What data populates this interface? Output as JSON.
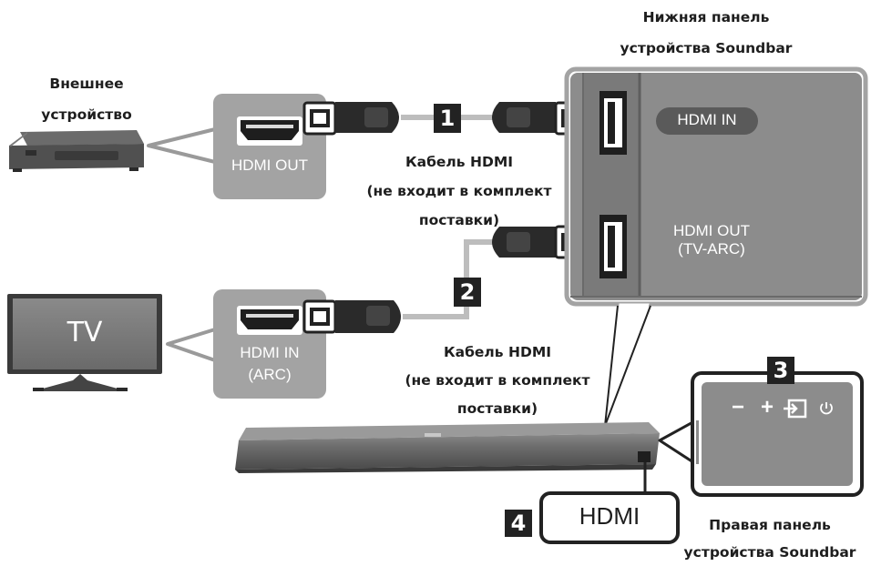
{
  "external_device": {
    "line1": "Внешнее",
    "line2": "устройство"
  },
  "soundbar_bottom": {
    "line1": "Нижняя панель",
    "line2": "устройства Soundbar"
  },
  "soundbar_right": {
    "line1": "Правая панель",
    "line2": "устройства Soundbar"
  },
  "ports": {
    "source_out": "HDMI OUT",
    "tv_in_line1": "HDMI IN",
    "tv_in_line2": "(ARC)",
    "soundbar_in": "HDMI IN",
    "soundbar_out_line1": "HDMI OUT",
    "soundbar_out_line2": "(TV-ARC)",
    "side_hdmi": "HDMI"
  },
  "cable_1": {
    "line1": "Кабель HDMI",
    "line2": "(не входит в комплект",
    "line3": "поставки)"
  },
  "cable_2": {
    "line1": "Кабель HDMI",
    "line2": "(не входит в комплект",
    "line3": "поставки)"
  },
  "tv_screen": "TV",
  "steps": {
    "s1": "1",
    "s2": "2",
    "s3": "3",
    "s4": "4"
  },
  "control_panel": {
    "minus": "−",
    "plus": "+",
    "input_icon": "source-input-icon",
    "power_icon": "power-icon"
  },
  "colors": {
    "panel_gray": "#8c8c8c",
    "port_box": "#a3a3a3",
    "device_dark": "#555555",
    "cable": "#bdbdbd",
    "badge": "#222222"
  }
}
